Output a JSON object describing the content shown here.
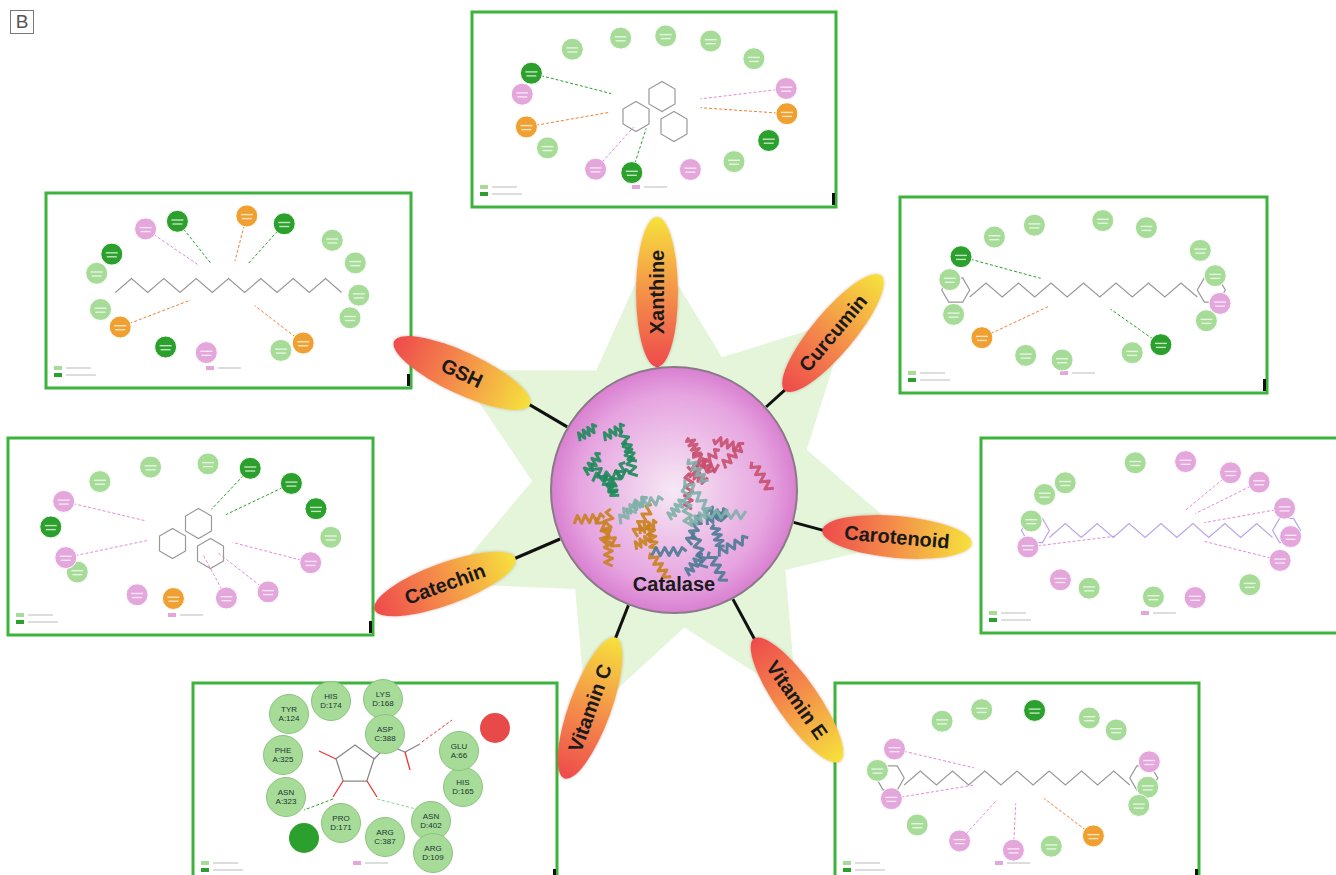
{
  "diagram": {
    "nodes": [
      {
        "text": [
          "Catalase"
        ]
      },
      {
        "text": [
          "Xanthine"
        ]
      },
      {
        "text": [
          "Curcumin"
        ]
      },
      {
        "text": [
          "Carotenoid"
        ]
      },
      {
        "text": [
          "Vitamin E"
        ]
      },
      {
        "text": [
          "Vitamin C"
        ]
      },
      {
        "text": [
          "Catechin"
        ]
      },
      {
        "text": [
          "GSH"
        ]
      }
    ],
    "edges": [
      {
        "from": 0,
        "to": 1,
        "arrow": "none"
      },
      {
        "from": 0,
        "to": 2,
        "arrow": "none"
      },
      {
        "from": 0,
        "to": 3,
        "arrow": "none"
      },
      {
        "from": 0,
        "to": 4,
        "arrow": "none"
      },
      {
        "from": 0,
        "to": 5,
        "arrow": "none"
      },
      {
        "from": 0,
        "to": 6,
        "arrow": "none"
      },
      {
        "from": 0,
        "to": 7,
        "arrow": "none"
      }
    ],
    "labels": [
      "B",
      "TYR A:124",
      "HIS D:174",
      "LYS D:168",
      "ASP C:388",
      "PHE A:325",
      "ASN A:323",
      "PRO D:171",
      "ARG C:387",
      "ASN D:402",
      "HIS D:165",
      "GLU A:66",
      "ARG D:109"
    ]
  }
}
